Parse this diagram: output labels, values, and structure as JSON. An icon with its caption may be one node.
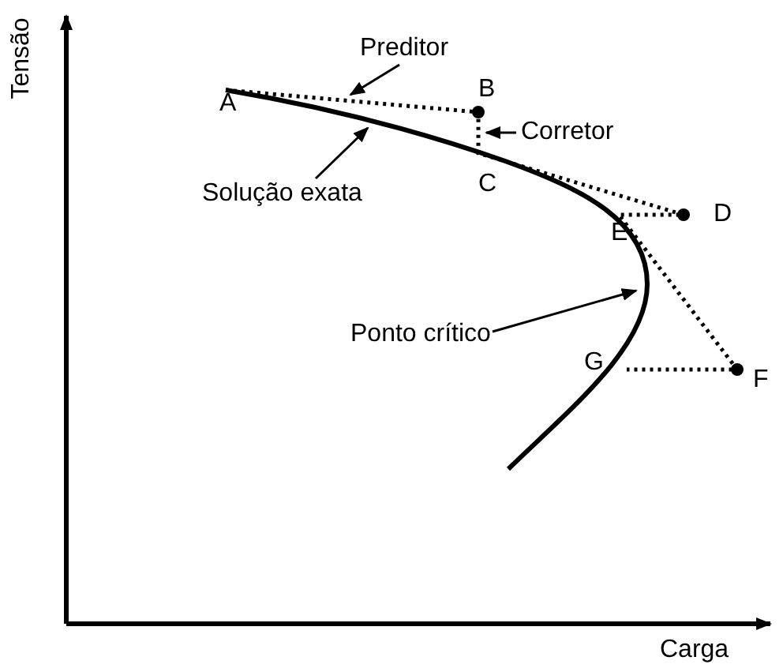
{
  "diagram": {
    "nodes": [
      {
        "text": [
          "Preditor"
        ]
      },
      {
        "text": [
          "Corretor"
        ]
      },
      {
        "text": [
          "Solução exata"
        ]
      },
      {
        "text": [
          "Ponto crítico"
        ]
      }
    ],
    "edges": [
      {
        "from": 0,
        "to": null,
        "arrow": "to"
      },
      {
        "from": 1,
        "to": null,
        "arrow": "to"
      },
      {
        "from": 2,
        "to": null,
        "arrow": "to"
      },
      {
        "from": 3,
        "to": null,
        "arrow": "to"
      }
    ],
    "labels": [
      "Tensão",
      "Carga",
      "A",
      "B",
      "C",
      "D",
      "E",
      "F",
      "G"
    ]
  }
}
